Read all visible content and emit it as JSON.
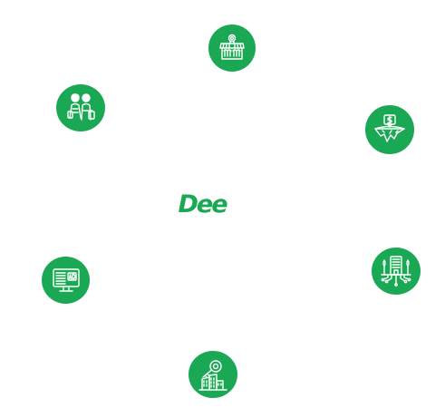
{
  "brand": {
    "logo_text": "Dee",
    "accent_color": "#1aa855",
    "icon_line_color": "#ffffff"
  },
  "nodes": [
    {
      "id": "storefront",
      "icon": "storefront-icon"
    },
    {
      "id": "shoppers",
      "icon": "shoppers-icon"
    },
    {
      "id": "island",
      "icon": "floating-island-dollar-icon"
    },
    {
      "id": "monitor",
      "icon": "monitor-ad-icon"
    },
    {
      "id": "smartbuilding",
      "icon": "smart-building-icon"
    },
    {
      "id": "realestate",
      "icon": "building-key-icon"
    }
  ]
}
